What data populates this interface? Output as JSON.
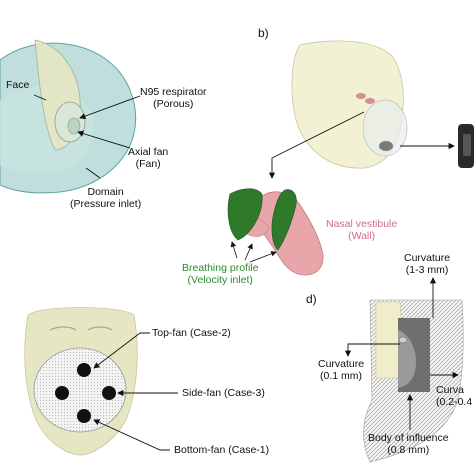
{
  "panels": {
    "b": "b)",
    "d": "d)"
  },
  "panel_a": {
    "face": "Face",
    "respirator_title": "N95 respirator",
    "respirator_sub": "(Porous)",
    "fan_title": "Axial fan",
    "fan_sub": "(Fan)",
    "domain_title": "Domain",
    "domain_sub": "(Pressure inlet)"
  },
  "panel_b": {
    "vestibule_title": "Nasal vestibule",
    "vestibule_sub": "(Wall)",
    "breathing_title": "Breathing profile",
    "breathing_sub": "(Velocity inlet)"
  },
  "panel_c": {
    "top_fan": "Top-fan (Case-2)",
    "side_fan": "Side-fan (Case-3)",
    "bottom_fan": "Bottom-fan (Case-1)"
  },
  "panel_d": {
    "curv_top_title": "Curvature",
    "curv_top_sub": "(1-3 mm)",
    "curv_left_title": "Curvature",
    "curv_left_sub": "(0.1 mm)",
    "curv_right_title": "Curva",
    "curv_right_sub": "(0.2-0.4",
    "boi_title": "Body of influence",
    "boi_sub": "(0.8 mm)"
  },
  "colors": {
    "domain_teal": "#a9d3d0",
    "face_cream": "#efeec9",
    "nasal_pink": "#e8a6ab",
    "breathing_green": "#2f7a2a",
    "breathing_text": "#2e8b2e",
    "vestibule_text": "#d06a8c",
    "mesh_gray": "#6f6f6f"
  }
}
